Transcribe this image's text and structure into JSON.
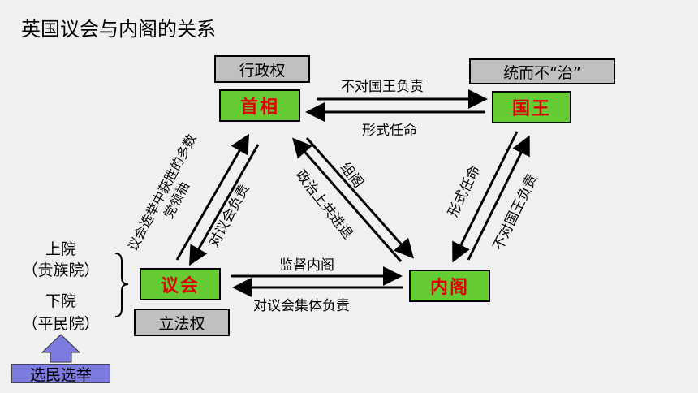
{
  "title": "英国议会与内阁的关系",
  "boxes": {
    "executive_power": "行政权",
    "prime_minister": "首相",
    "reigns_not_rules": "统而不“治”",
    "king": "国王",
    "parliament": "议会",
    "legislative_power": "立法权",
    "cabinet": "内阁"
  },
  "arrows": {
    "pm_to_king": "不对国王负责",
    "king_to_pm": "形式任命",
    "parl_to_pm": "议会选举中获胜的多数党领袖",
    "pm_to_parl": "对议会负责",
    "pm_to_cabinet": "组阁",
    "cabinet_with_pm": "政治上共进退",
    "king_to_cabinet": "形式任命",
    "cabinet_to_king": "不对国王负责",
    "parl_to_cabinet": "监督内阁",
    "cabinet_to_parl": "对议会集体负责"
  },
  "houses": {
    "upper": "上院",
    "upper_sub": "（贵族院）",
    "lower": "下院",
    "lower_sub": "（平民院）"
  },
  "voters": "选民选举",
  "colors": {
    "green_box": "#66cc33",
    "gray_box": "#c0c0c0",
    "red_text": "#e00000",
    "voter_box": "#7b7be0"
  }
}
